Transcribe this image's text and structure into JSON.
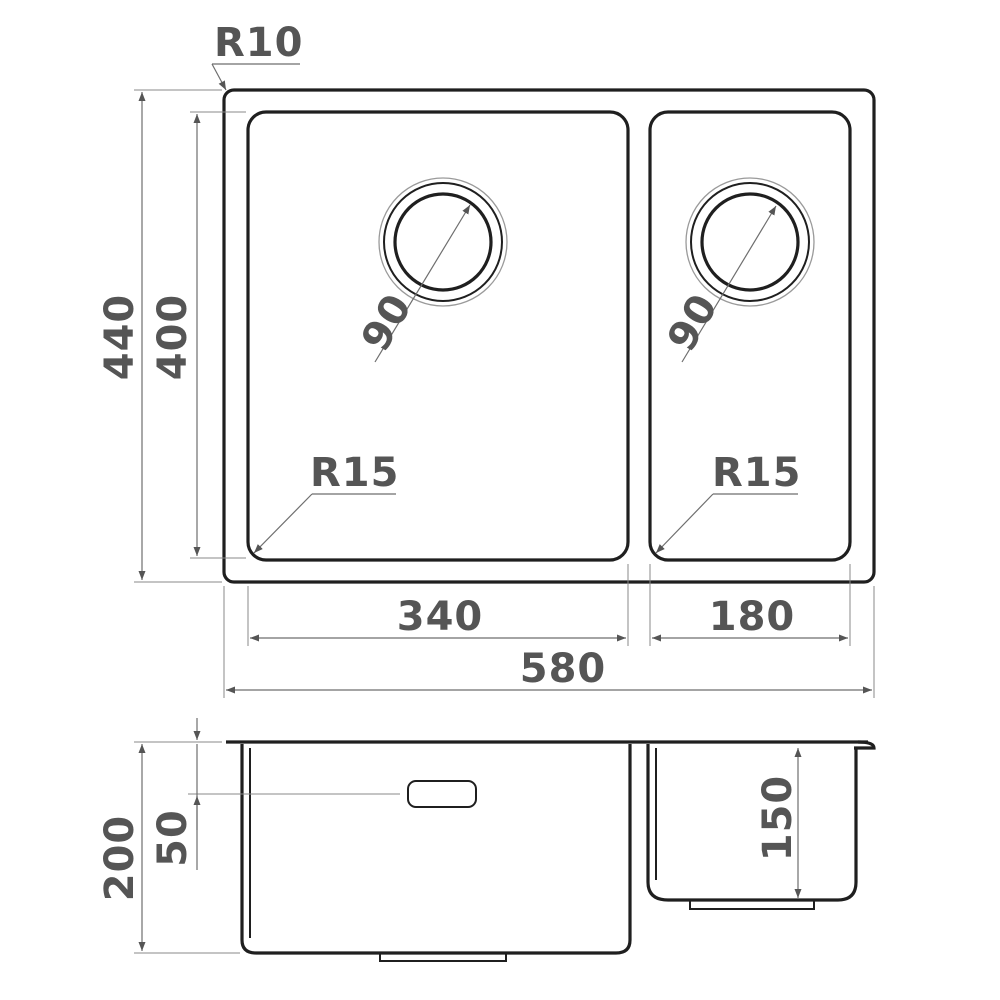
{
  "plan_view": {
    "corner_radius_outer": "R10",
    "corner_radius_large_bowl": "R15",
    "corner_radius_small_bowl": "R15",
    "drain_diameter_large": "90",
    "drain_diameter_small": "90",
    "overall_depth": "440",
    "bowl_depth": "400",
    "large_bowl_width": "340",
    "small_bowl_width": "180",
    "overall_width": "580"
  },
  "section_view": {
    "large_bowl_height": "200",
    "overflow_offset": "50",
    "small_bowl_height": "150"
  }
}
